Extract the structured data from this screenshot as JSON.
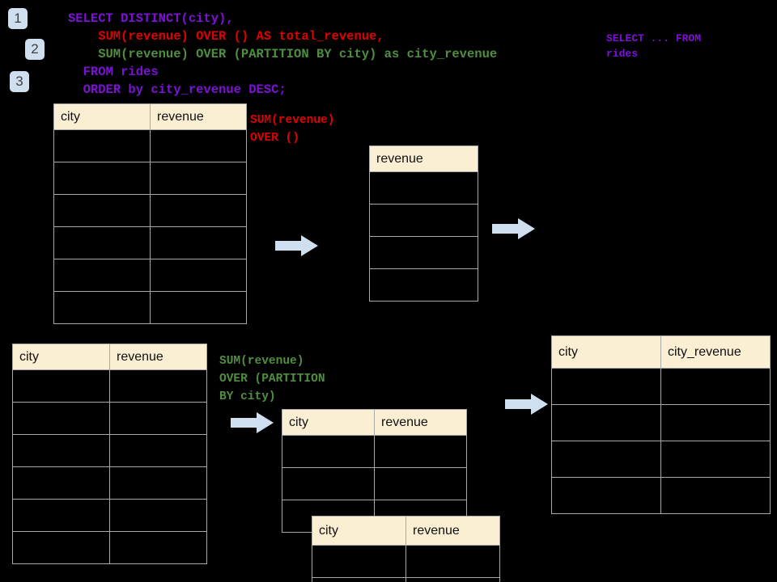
{
  "theme": {
    "background": "#000000",
    "header_fill": "#fbefd3",
    "grid_line": "#a9a9a9",
    "badge_fill": "#cfdff0",
    "badge_text": "#404040",
    "arrow_fill": "#cfdff0",
    "purple": "#7d12d6",
    "red": "#e00000",
    "green": "#4f8f3f"
  },
  "steps": [
    {
      "label": "1"
    },
    {
      "label": "2"
    },
    {
      "label": "3"
    }
  ],
  "query": {
    "lines": [
      {
        "text": "SELECT DISTINCT(city),",
        "color": "purple"
      },
      {
        "text": "    SUM(revenue) OVER () AS total_revenue,",
        "color": "red"
      },
      {
        "text": "    SUM(revenue) OVER (PARTITION BY city) as city_revenue",
        "color": "green"
      },
      {
        "text": "  FROM rides",
        "color": "purple"
      },
      {
        "text": "  ORDER by city_revenue DESC;",
        "color": "purple"
      }
    ]
  },
  "sidenote": {
    "line1": "SELECT ... FROM",
    "line2": "rides"
  },
  "annotations": {
    "total_revenue": {
      "line1": "SUM(revenue)",
      "line2": "OVER ()",
      "color": "red"
    },
    "city_revenue": {
      "line1": "SUM(revenue)",
      "line2": "OVER (PARTITION",
      "line3": "BY city)",
      "color": "green"
    }
  },
  "tables": {
    "source_top": {
      "columns": [
        "city",
        "revenue"
      ],
      "row_count": 6
    },
    "total_revenue_result": {
      "columns": [
        "revenue"
      ],
      "row_count": 4
    },
    "source_bottom": {
      "columns": [
        "city",
        "revenue"
      ],
      "row_count": 6
    },
    "partition_back": {
      "columns": [
        "city",
        "revenue"
      ],
      "row_count": 3
    },
    "partition_front": {
      "columns": [
        "city",
        "revenue"
      ],
      "row_count": 2
    },
    "final_result": {
      "columns": [
        "city",
        "city_revenue"
      ],
      "row_count": 4
    }
  },
  "arrows": [
    {
      "name": "arrow-source-to-total"
    },
    {
      "name": "arrow-total-to-result"
    },
    {
      "name": "arrow-source-to-partition"
    },
    {
      "name": "arrow-partition-to-result"
    }
  ]
}
